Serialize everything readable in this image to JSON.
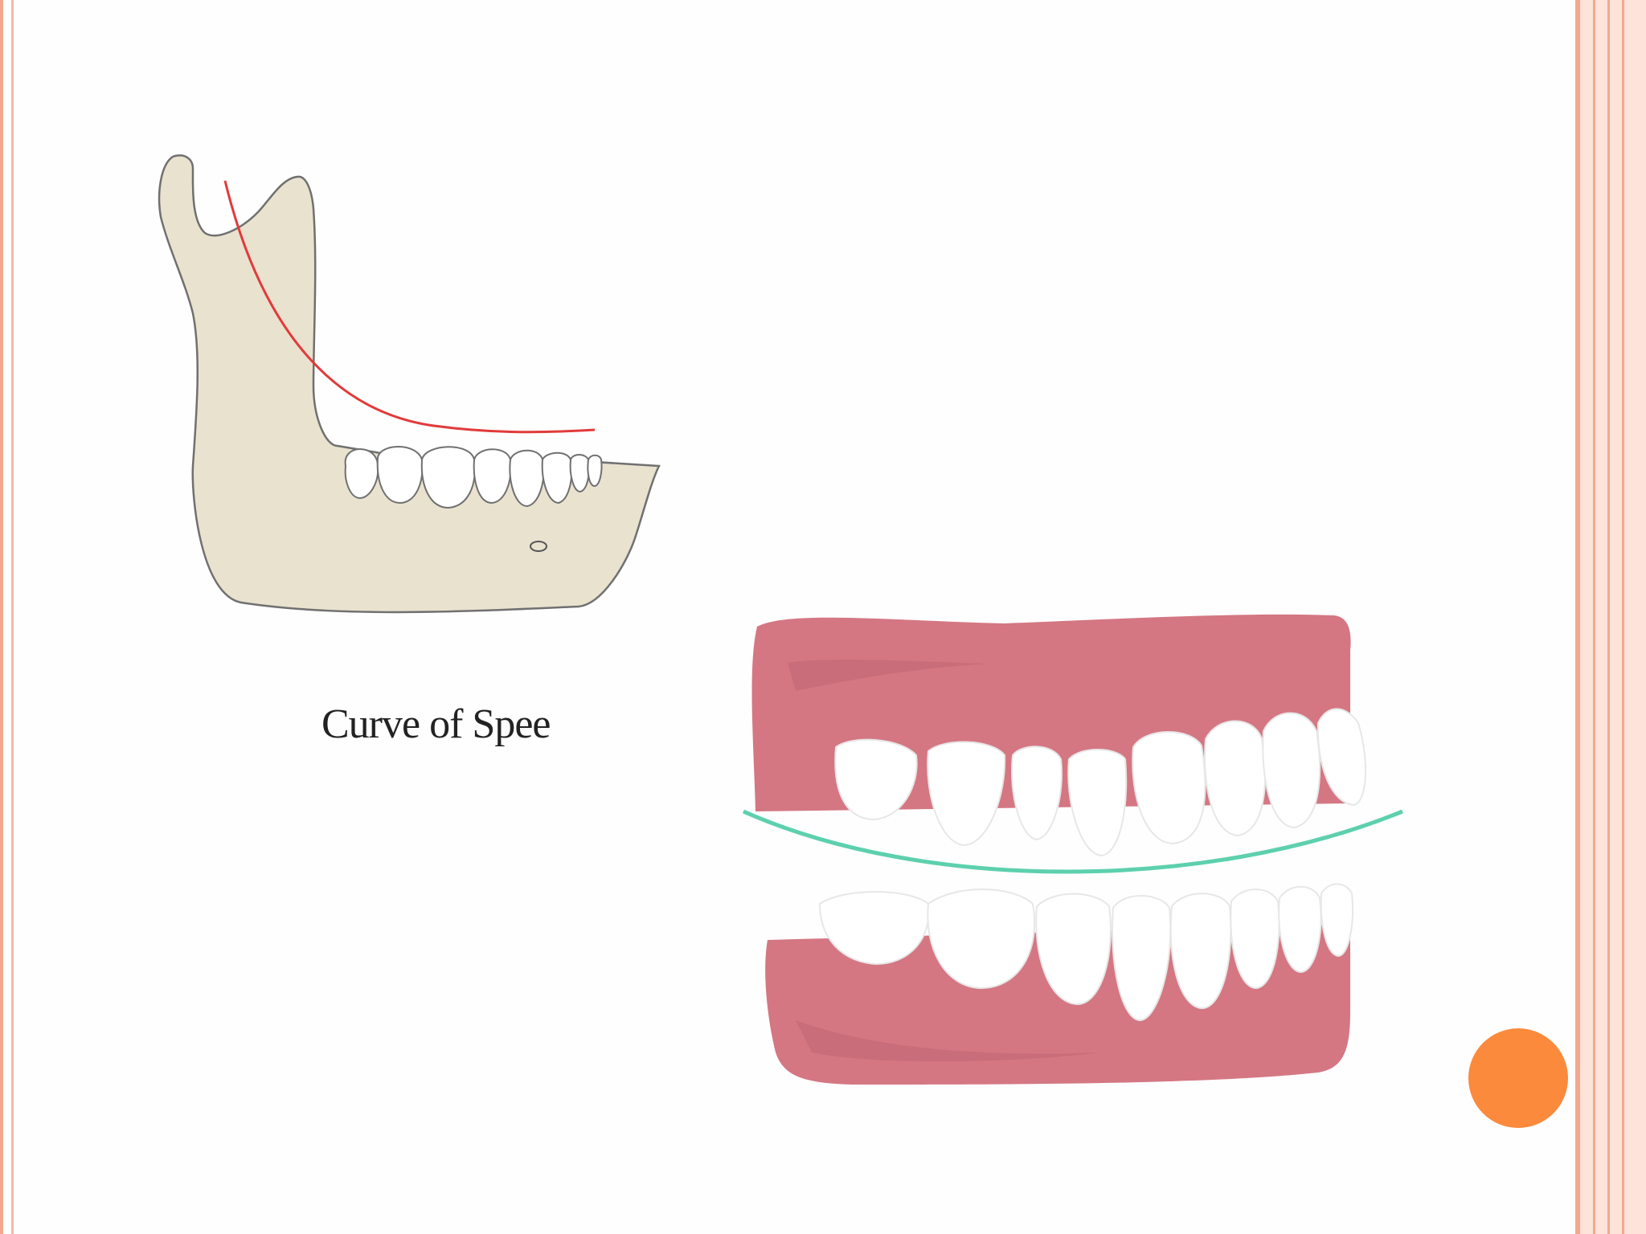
{
  "caption": "Curve of Spee",
  "colors": {
    "accent_orange": "#fb8a3c",
    "slide_border": "#f4a88f",
    "right_band": "#fde3d9",
    "jaw_fill": "#e9e2cf",
    "curve_red": "#e23a3a",
    "gum_pink": "#d47783",
    "curve_green": "#5dd0ad"
  },
  "icons": {
    "jaw": "mandible-illustration",
    "teeth": "dental-arches-illustration",
    "bullet": "orange-circle"
  }
}
